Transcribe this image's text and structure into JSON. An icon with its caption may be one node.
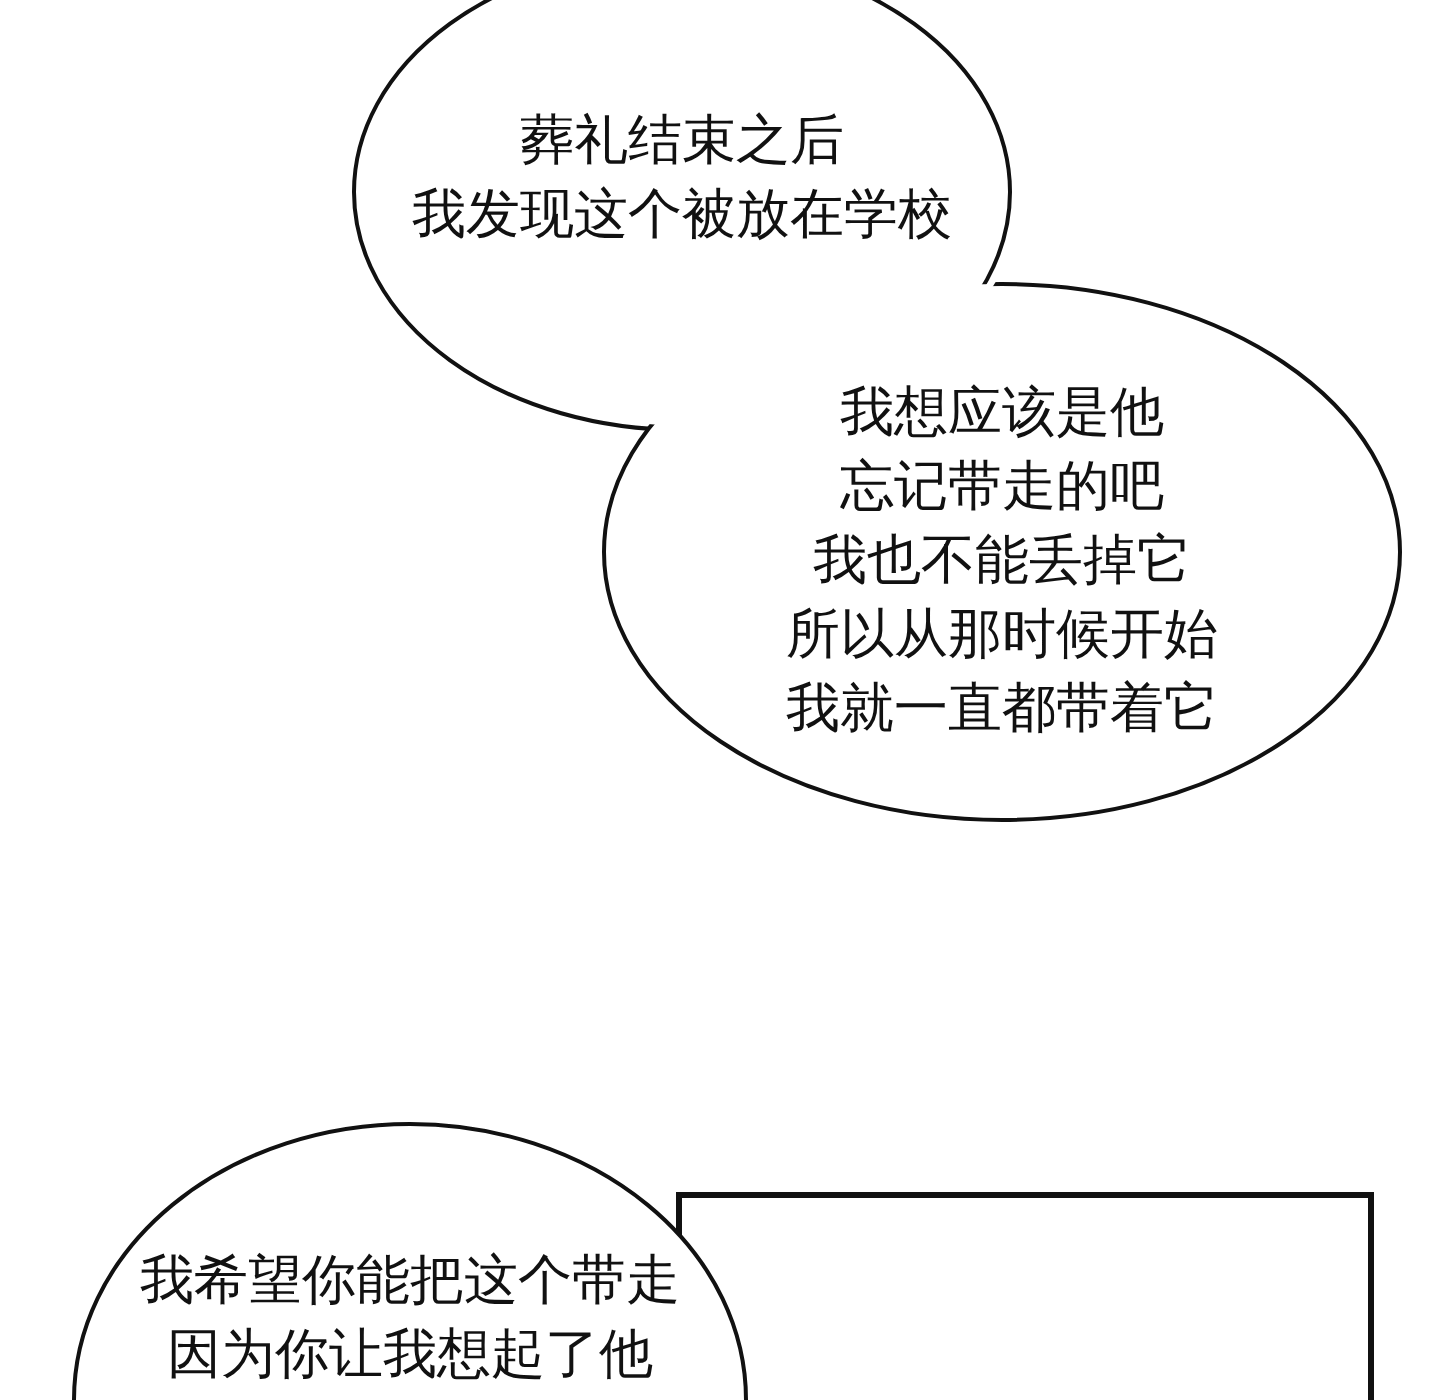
{
  "diagram": {
    "nodes": [
      {
        "text": [
          "葬礼结束之后我发现这个被放在学校"
        ]
      },
      {
        "text": [
          "我想应该是他忘记带走的吧我也不能丢掉它所以从那时候开始我就一直都带着它"
        ]
      },
      {
        "text": [
          "我希望你能把这个带走因为你让我想起了他"
        ]
      }
    ]
  }
}
